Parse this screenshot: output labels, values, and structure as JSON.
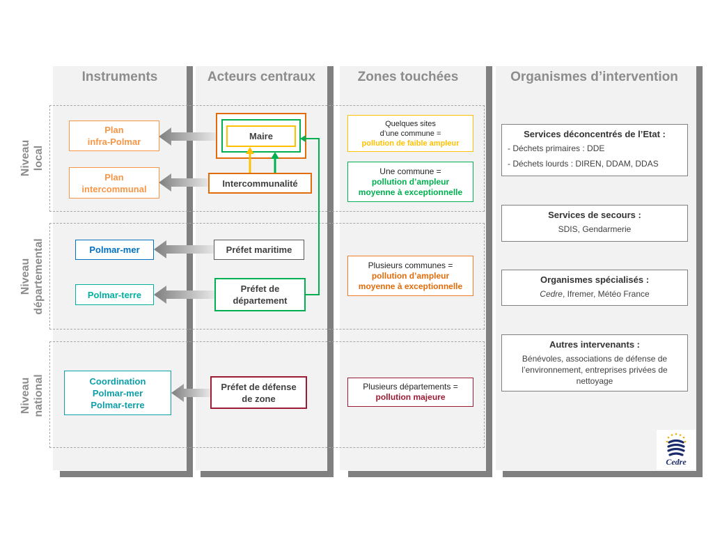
{
  "columns": {
    "instruments": "Instruments",
    "acteurs": "Acteurs centraux",
    "zones": "Zones touchées",
    "organismes": "Organismes d’intervention"
  },
  "levels": {
    "local": [
      "Niveau",
      "local"
    ],
    "departemental": [
      "Niveau",
      "départemental"
    ],
    "national": [
      "Niveau",
      "national"
    ]
  },
  "instruments": {
    "plan_infra": [
      "Plan",
      "infra-Polmar"
    ],
    "plan_inter": [
      "Plan",
      "intercommunal"
    ],
    "polmar_mer": "Polmar-mer",
    "polmar_terre": "Polmar-terre",
    "coordination": [
      "Coordination",
      "Polmar-mer",
      "Polmar-terre"
    ]
  },
  "acteurs": {
    "maire": "Maire",
    "intercommunalite": "Intercommunalité",
    "prefet_maritime": "Préfet maritime",
    "prefet_departement": [
      "Préfet de",
      "département"
    ],
    "prefet_defense": [
      "Préfet de défense",
      "de zone"
    ]
  },
  "zones": {
    "quelques_sites": [
      "Quelques sites",
      "d’une commune =",
      "pollution de faible ampleur"
    ],
    "une_commune": [
      "Une commune =",
      "pollution d’ampleur",
      "moyenne à exceptionnelle"
    ],
    "plusieurs_communes": [
      "Plusieurs communes =",
      "pollution d’ampleur",
      "moyenne à exceptionnelle"
    ],
    "plusieurs_departements": [
      "Plusieurs départements =",
      "pollution majeure"
    ]
  },
  "organismes": {
    "services_deconcentres": {
      "title": "Services déconcentrés de l’Etat :",
      "lines": [
        "- Déchets primaires : DDE",
        "- Déchets lourds : DIREN, DDAM, DDAS"
      ]
    },
    "secours": {
      "title": "Services de secours :",
      "text": "SDIS, Gendarmerie"
    },
    "specialises": {
      "title": "Organismes spécialisés :",
      "text_italic": "Cedre",
      "text_rest": ", Ifremer, Météo France"
    },
    "autres": {
      "title": "Autres intervenants :",
      "text": "Bénévoles, associations de défense de l’environnement, entreprises privées de nettoyage"
    }
  },
  "logo": {
    "text": "Cedre",
    "icon": "cedre-logo-icon"
  },
  "colors": {
    "orange": "#e36c0a",
    "light_orange": "#f79646",
    "green": "#00b050",
    "yellow": "#ffc000",
    "blue": "#0070c0",
    "teal": "#00b0a0",
    "dark_teal": "#0e9ea8",
    "dark_red": "#9b1a34",
    "grey_text": "#8c8c8c"
  }
}
